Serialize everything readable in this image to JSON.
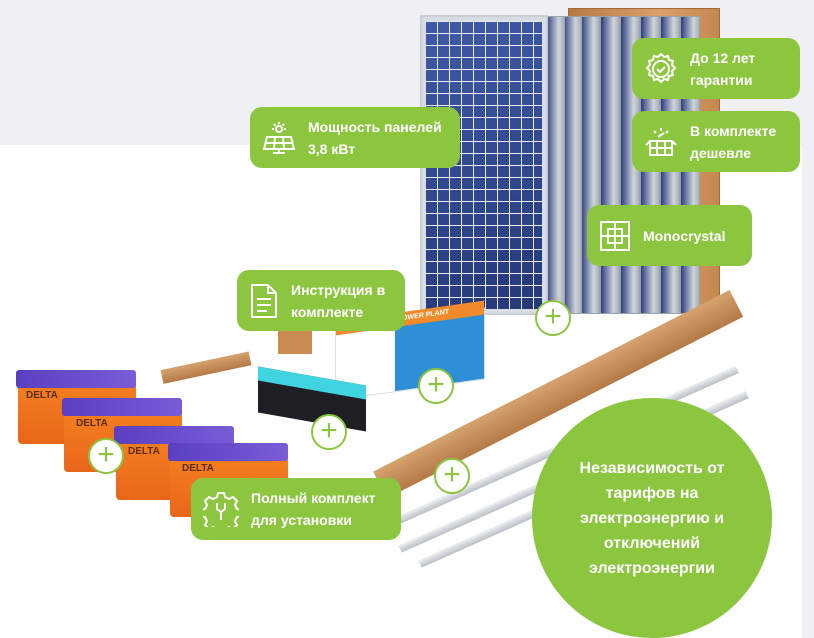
{
  "badges": {
    "power": "Мощность панелей 3,8 кВт",
    "warranty": "До 12 лет гарантии",
    "cheaper": "В комплекте дешевле",
    "monocrystal": "Monocrystal",
    "manual": "Инструкция в комплекте",
    "full_kit": "Полный комплект для установки"
  },
  "circle_text": "Независимость от тарифов на электроэнергию и отключений электроэнергии",
  "products": {
    "battery_brand": "DELTA",
    "box_label": "SOLAR POWER PLANT"
  },
  "plus_label": "+",
  "colors": {
    "accent": "#8cc63f",
    "panel": "#2f4590",
    "battery": "#f57f20"
  }
}
